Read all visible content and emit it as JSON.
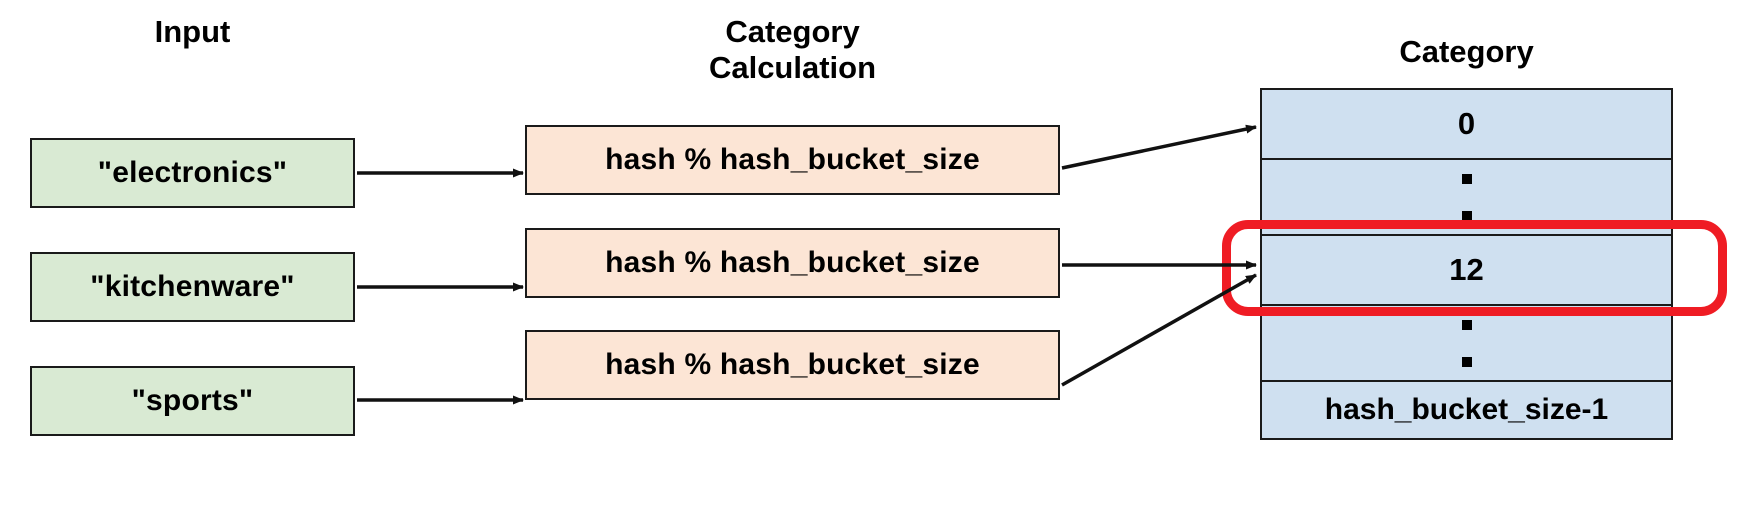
{
  "columns": {
    "input_title": "Input",
    "calculation_title": "Category\nCalculation",
    "category_title": "Category"
  },
  "inputs": [
    {
      "label": "\"electronics\""
    },
    {
      "label": "\"kitchenware\""
    },
    {
      "label": "\"sports\""
    }
  ],
  "calculations": [
    {
      "label": "hash % hash_bucket_size"
    },
    {
      "label": "hash % hash_bucket_size"
    },
    {
      "label": "hash % hash_bucket_size"
    }
  ],
  "category_table": {
    "rows": [
      {
        "label": "0",
        "kind": "value"
      },
      {
        "label": "",
        "kind": "dot"
      },
      {
        "label": "",
        "kind": "dot"
      },
      {
        "label": "12",
        "kind": "value"
      },
      {
        "label": "",
        "kind": "dot"
      },
      {
        "label": "",
        "kind": "dot"
      },
      {
        "label": "hash_bucket_size-1",
        "kind": "value"
      }
    ]
  },
  "highlight": {
    "target_row_label": "12",
    "color": "#ef1c24"
  },
  "colors": {
    "input_fill": "#d9ead3",
    "calculation_fill": "#fce5d5",
    "category_fill": "#cfe0f0",
    "stroke": "#1a1a1a",
    "highlight": "#ef1c24",
    "background": "#ffffff"
  },
  "connections": [
    {
      "from": "\"electronics\"",
      "to": "hash % hash_bucket_size"
    },
    {
      "from": "\"kitchenware\"",
      "to": "hash % hash_bucket_size"
    },
    {
      "from": "\"sports\"",
      "to": "hash % hash_bucket_size"
    },
    {
      "from": "hash % hash_bucket_size",
      "to": "0"
    },
    {
      "from": "hash % hash_bucket_size",
      "to": "12"
    },
    {
      "from": "hash % hash_bucket_size",
      "to": "12"
    }
  ]
}
